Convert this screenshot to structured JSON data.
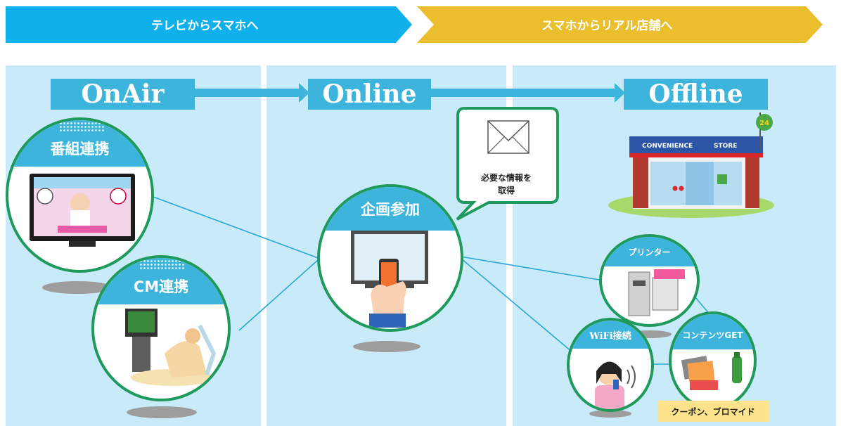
{
  "banners": {
    "left": {
      "label": "テレビからスマホへ",
      "color": "#10b0ec"
    },
    "right": {
      "label": "スマホからリアル店舗へ",
      "color": "#ebbe2e"
    }
  },
  "stages": {
    "onair": "OnAir",
    "online": "Online",
    "offline": "Offline"
  },
  "circles": {
    "program": "番組連携",
    "cm": "CM連携",
    "participate": "企画参加",
    "printer": "プリンター",
    "wifi": "WiFi接続",
    "contents": "コンテンツGET"
  },
  "callout": {
    "line1": "必要な情報を",
    "line2": "取得"
  },
  "store_sign": {
    "left": "CONVENIENCE",
    "right": "STORE",
    "badge": "24"
  },
  "coupon_label": "クーポン、ブロマイド",
  "colors": {
    "panel": "#c9ebf9",
    "stage": "#3db4dc",
    "circle_border": "#1f9a5c",
    "line": "#2aa7d6"
  }
}
